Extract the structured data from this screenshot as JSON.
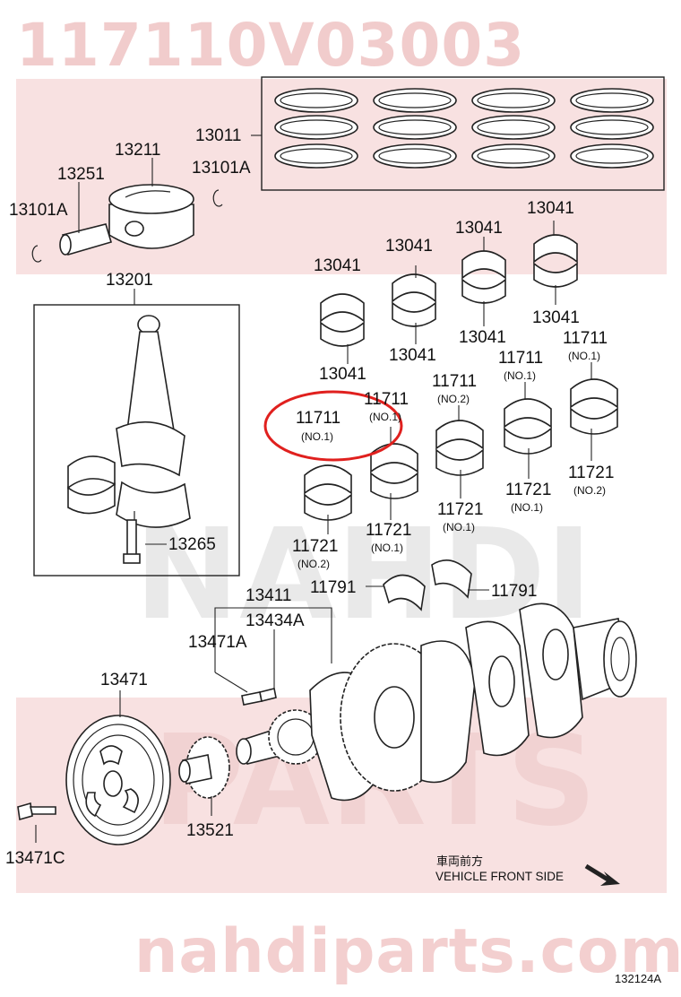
{
  "watermark": {
    "part_number": "117110V03003",
    "site": "nahdiparts.com",
    "brand_line1": "NAHDI",
    "brand_line2": "PARTS"
  },
  "diagram_code": "132124A",
  "direction": {
    "japanese": "車両前方",
    "english": "VEHICLE FRONT SIDE"
  },
  "highlight_color": "#e0201e",
  "labels": {
    "l13011": "13011",
    "l13211": "13211",
    "l13251": "13251",
    "l13101A_right": "13101A",
    "l13101A_left": "13101A",
    "l13201": "13201",
    "l13265": "13265",
    "l13041_a": "13041",
    "l13041_b": "13041",
    "l13041_c": "13041",
    "l13041_d": "13041",
    "l13041_e": "13041",
    "l13041_f": "13041",
    "l13041_g": "13041",
    "l13041_h": "13041",
    "l11711_hl": "11711",
    "l11711_hl_sub": "(NO.1)",
    "l11711_b": "11711",
    "l11711_b_sub": "(NO.1)",
    "l11711_c": "11711",
    "l11711_c_sub": "(NO.2)",
    "l11711_d": "11711",
    "l11711_d_sub": "(NO.1)",
    "l11711_e": "11711",
    "l11711_e_sub": "(NO.1)",
    "l11721_a": "11721",
    "l11721_a_sub": "(NO.2)",
    "l11721_b": "11721",
    "l11721_b_sub": "(NO.1)",
    "l11721_c": "11721",
    "l11721_c_sub": "(NO.1)",
    "l11721_d": "11721",
    "l11721_d_sub": "(NO.1)",
    "l11721_e": "11721",
    "l11721_e_sub": "(NO.2)",
    "l11791_a": "11791",
    "l11791_b": "11791",
    "l13411": "13411",
    "l13434A": "13434A",
    "l13471A": "13471A",
    "l13471": "13471",
    "l13521": "13521",
    "l13471C": "13471C"
  }
}
